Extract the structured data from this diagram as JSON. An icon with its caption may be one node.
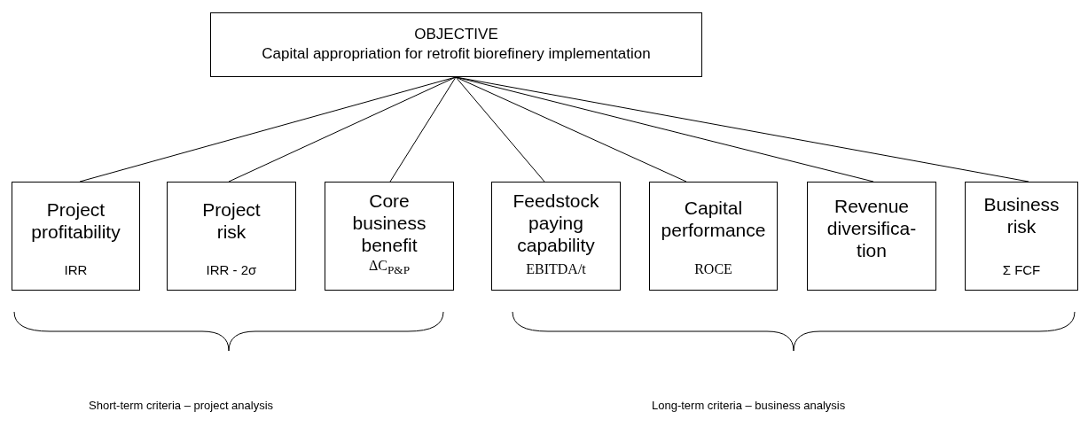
{
  "diagram": {
    "nodes": [
      {
        "text": [
          "OBJECTIVE",
          "Capital appropriation for retrofit biorefinery implementation"
        ]
      },
      {
        "text": [
          "Project profitability",
          "IRR"
        ]
      },
      {
        "text": [
          "Project risk",
          "IRR - 2σ"
        ]
      },
      {
        "text": [
          "Core business benefit",
          "ΔC$_{P&P}$"
        ]
      },
      {
        "text": [
          "Feedstock paying capability",
          "EBITDA/t"
        ]
      },
      {
        "text": [
          "Capital performance",
          "ROCE"
        ]
      },
      {
        "text": [
          "Revenue diversifica- tion"
        ]
      },
      {
        "text": [
          "Business risk",
          "Σ FCF"
        ]
      }
    ],
    "edges": [
      {
        "from": 0,
        "to": 1,
        "arrow": "none"
      },
      {
        "from": 0,
        "to": 2,
        "arrow": "none"
      },
      {
        "from": 0,
        "to": 3,
        "arrow": "none"
      },
      {
        "from": 0,
        "to": 4,
        "arrow": "none"
      },
      {
        "from": 0,
        "to": 5,
        "arrow": "none"
      },
      {
        "from": 0,
        "to": 6,
        "arrow": "none"
      },
      {
        "from": 0,
        "to": 7,
        "arrow": "none"
      }
    ],
    "labels": [
      "Short-term criteria – project analysis",
      "Long-term criteria – business analysis"
    ]
  }
}
